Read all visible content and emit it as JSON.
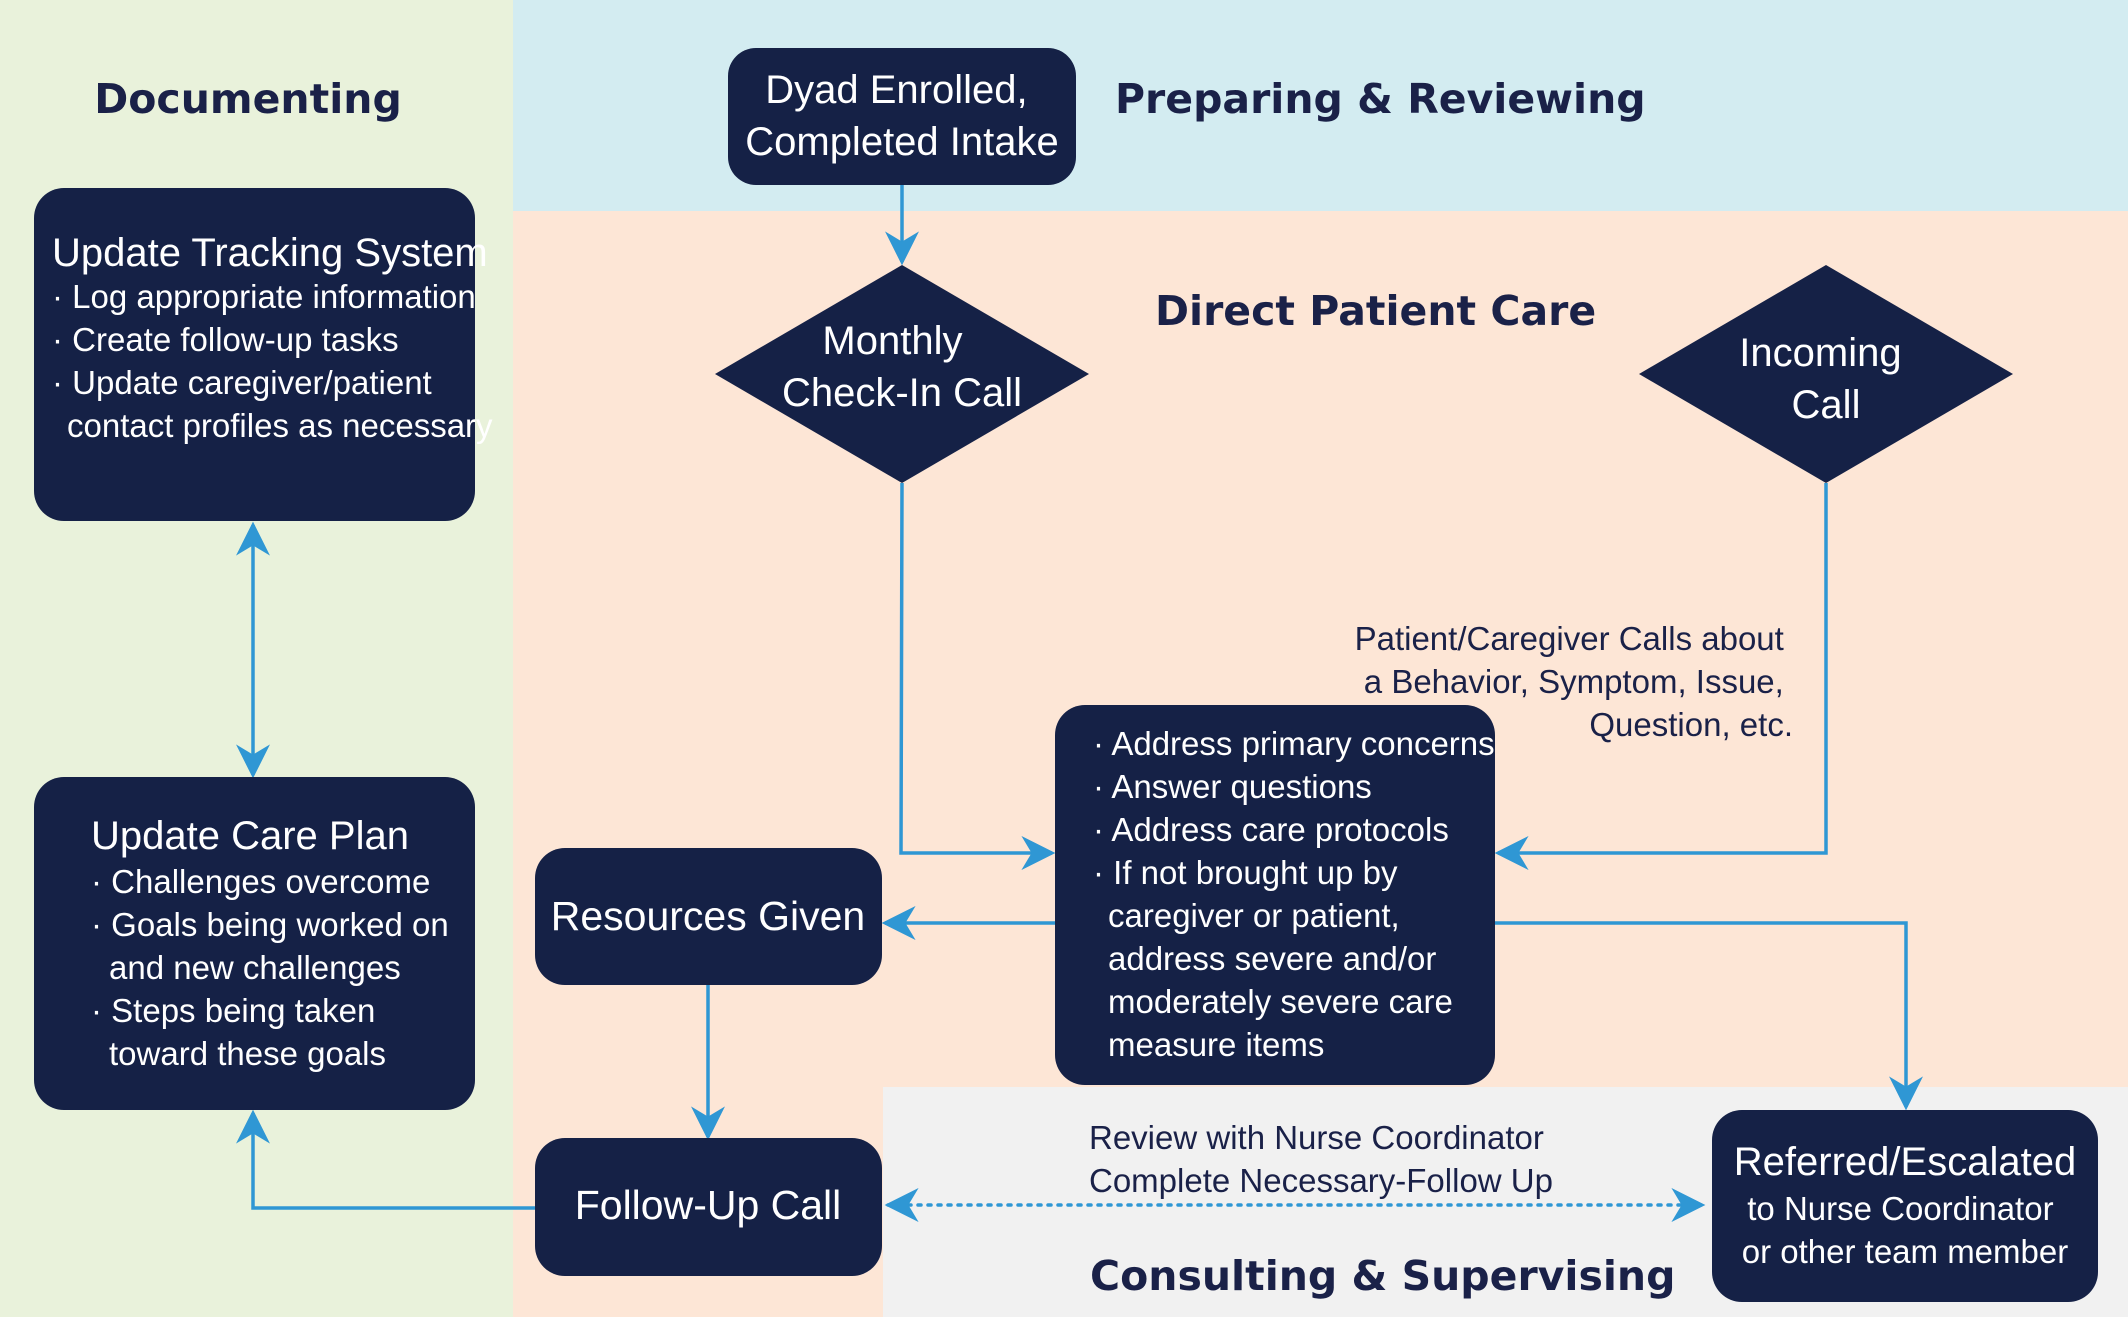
{
  "colors": {
    "documenting_bg": "#e9f2db",
    "preparing_bg": "#d3ecf1",
    "direct_care_bg": "#fde6d6",
    "consulting_bg": "#f1f1f1",
    "node_fill": "#152146",
    "connector": "#2f97d4",
    "heading_text": "#1a2148"
  },
  "zones": {
    "documenting": "Documenting",
    "preparing": "Preparing & Reviewing",
    "direct_care": "Direct Patient Care",
    "consulting": "Consulting & Supervising"
  },
  "nodes": {
    "dyad": {
      "lines": [
        "Dyad Enrolled,",
        "Completed Intake"
      ]
    },
    "monthly": {
      "lines": [
        "Monthly",
        "Check-In Call"
      ]
    },
    "incoming": {
      "lines": [
        "Incoming",
        "Call"
      ]
    },
    "tracking": {
      "title": "Update Tracking System",
      "items": [
        "· Log appropriate information",
        "· Create follow-up tasks",
        "· Update caregiver/patient",
        "contact profiles as necessary"
      ]
    },
    "care_plan": {
      "title": "Update Care Plan",
      "items": [
        "· Challenges overcome",
        "· Goals being worked on",
        "and new challenges",
        "· Steps being taken",
        "toward these goals"
      ]
    },
    "address": {
      "items": [
        "· Address primary concerns",
        "· Answer questions",
        "· Address care protocols",
        "· If not brought up by",
        "caregiver or patient,",
        "address severe and/or",
        "moderately severe care",
        "measure items"
      ]
    },
    "resources": {
      "label": "Resources Given"
    },
    "followup": {
      "label": "Follow-Up Call"
    },
    "referred": {
      "title": "Referred/Escalated",
      "lines": [
        "to Nurse Coordinator",
        "or other team member"
      ]
    }
  },
  "notes": {
    "incoming_note": [
      "Patient/Caregiver Calls about",
      "a Behavior, Symptom, Issue,",
      "Question, etc."
    ],
    "review_note": [
      "Review with Nurse Coordinator",
      "Complete Necessary-Follow Up"
    ]
  }
}
